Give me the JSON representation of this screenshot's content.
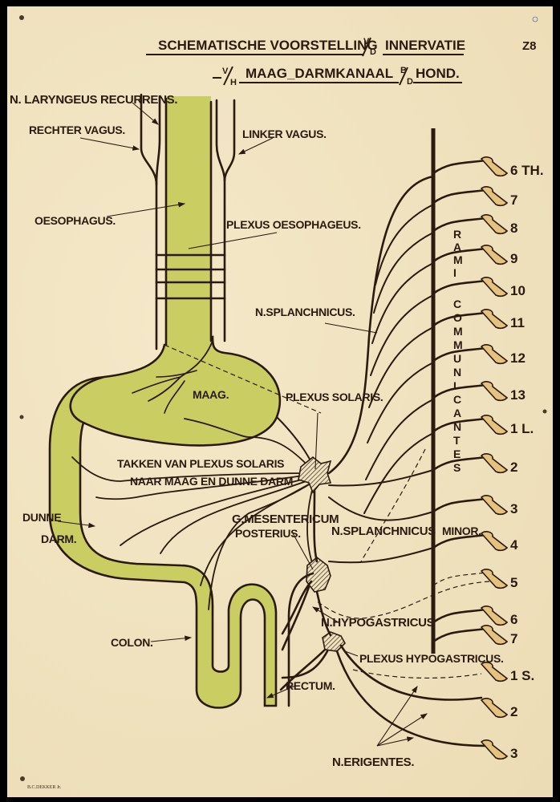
{
  "title": {
    "line1_a": "SCHEMATISCHE VOORSTELLING",
    "line1_frac_top": "V",
    "line1_frac_bot": "D",
    "line1_b": "INNERVATIE",
    "line2_frac_top": "V",
    "line2_frac_bot": "H",
    "line2_a": "MAAG_DARMKANAAL",
    "line2_frac2_top": "B",
    "line2_frac2_bot": "D",
    "line2_b": "HOND."
  },
  "catalog_mark": "Z8",
  "printer_mark": "B.C.DEKKER Jr.",
  "labels": {
    "laryngeus": "N. LARYNGEUS RECURRENS.",
    "rechter_vagus": "RECHTER VAGUS.",
    "linker_vagus": "LINKER VAGUS.",
    "oesophagus": "OESOPHAGUS.",
    "plexus_oesophageus": "PLEXUS OESOPHAGEUS.",
    "splanchnicus": "N.SPLANCHNICUS.",
    "maag": "MAAG.",
    "plexus_solaris": "PLEXUS SOLARIS.",
    "takken_1": "TAKKEN VAN PLEXUS SOLARIS",
    "takken_2": "NAAR MAAG EN DUNNE DARM",
    "dunne_darm_1": "DUNNE",
    "dunne_darm_2": "DARM.",
    "g_mesentericum_1": "G.MESENTERICUM",
    "g_mesentericum_2": "POSTERIUS.",
    "splanchnicus_minor_a": "N.SPLANCHNICUS",
    "splanchnicus_minor_b": "MINOR.",
    "hypogastricus": "N.HYPOGASTRICUS",
    "plexus_hypogastricus": "PLEXUS HYPOGASTRICUS.",
    "colon": "COLON.",
    "rectum": "RECTUM.",
    "erigentes": "N.ERIGENTES.",
    "rami_communicantes": "RAMI COMMUNICANTES"
  },
  "spinal_roots": [
    {
      "label": "6 TH."
    },
    {
      "label": "7"
    },
    {
      "label": "8"
    },
    {
      "label": "9"
    },
    {
      "label": "10"
    },
    {
      "label": "11"
    },
    {
      "label": "12"
    },
    {
      "label": "13"
    },
    {
      "label": "1 L."
    },
    {
      "label": "2"
    },
    {
      "label": "3"
    },
    {
      "label": "4"
    },
    {
      "label": "5"
    },
    {
      "label": "6"
    },
    {
      "label": "7"
    },
    {
      "label": "1 S."
    },
    {
      "label": "2"
    },
    {
      "label": "3"
    }
  ],
  "colors": {
    "paper": "#f1e4c1",
    "organ": "#c9cd62",
    "ink": "#2a1a10",
    "root": "#e6c27f"
  }
}
